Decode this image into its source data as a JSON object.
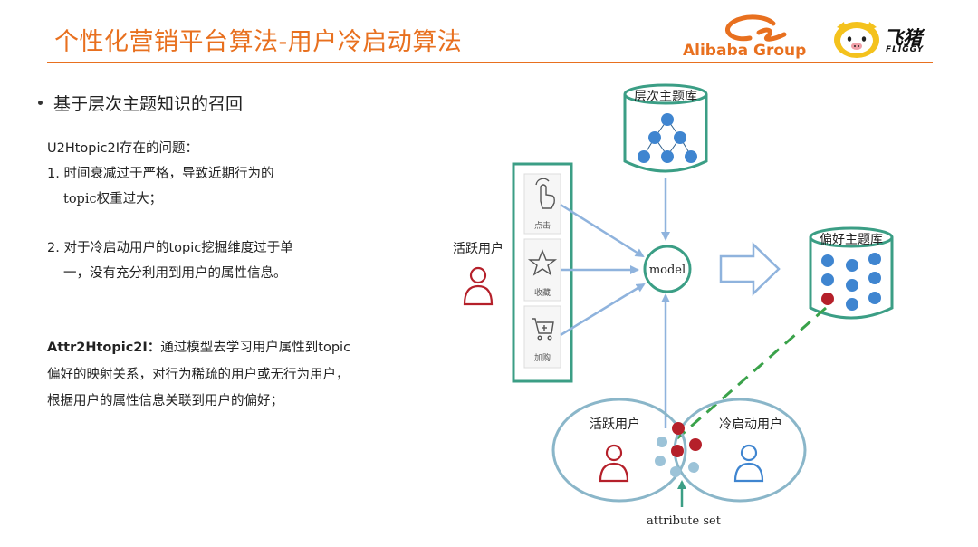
{
  "header": {
    "title": "个性化营销平台算法-用户冷启动算法",
    "logos": {
      "alibaba": "Alibaba Group",
      "fliggy_cn": "飞猪",
      "fliggy_en": "FLIGGY"
    }
  },
  "content": {
    "bullet": "基于层次主题知识的召回",
    "problem_heading": "U2Htopic2I存在的问题：",
    "p1_line1": "1. 时间衰减过于严格，导致近期行为的",
    "p1_line2": "topic权重过大；",
    "p2_line1": "2. 对于冷启动用户的topic挖掘维度过于单",
    "p2_line2": "一，没有充分利用到用户的属性信息。",
    "attr_label": "Attr2Htopic2I：",
    "attr_line1_rest": "通过模型去学习用户属性到topic",
    "attr_line2": "偏好的映射关系，对行为稀疏的用户或无行为用户，",
    "attr_line3": "根据用户的属性信息关联到用户的偏好；"
  },
  "diagram": {
    "hier_db_label": "层次主题库",
    "pref_db_label": "偏好主题库",
    "active_user_label": "活跃用户",
    "model_label": "model",
    "actions": [
      "点击",
      "收藏",
      "加购"
    ],
    "venn_left_label": "活跃用户",
    "venn_right_label": "冷启动用户",
    "attribute_label": "attribute set",
    "colors": {
      "teal": "#3b9e85",
      "blue_dot": "#3f85d0",
      "red_dot": "#b5202a",
      "arrow": "#8fb3dd",
      "light_dot": "#9cc3d8",
      "dashed": "#3aa24a",
      "venn": "#8ab6c9"
    },
    "icons": [
      "hand-pointer-icon",
      "star-icon",
      "cart-add-icon",
      "user-icon"
    ]
  }
}
